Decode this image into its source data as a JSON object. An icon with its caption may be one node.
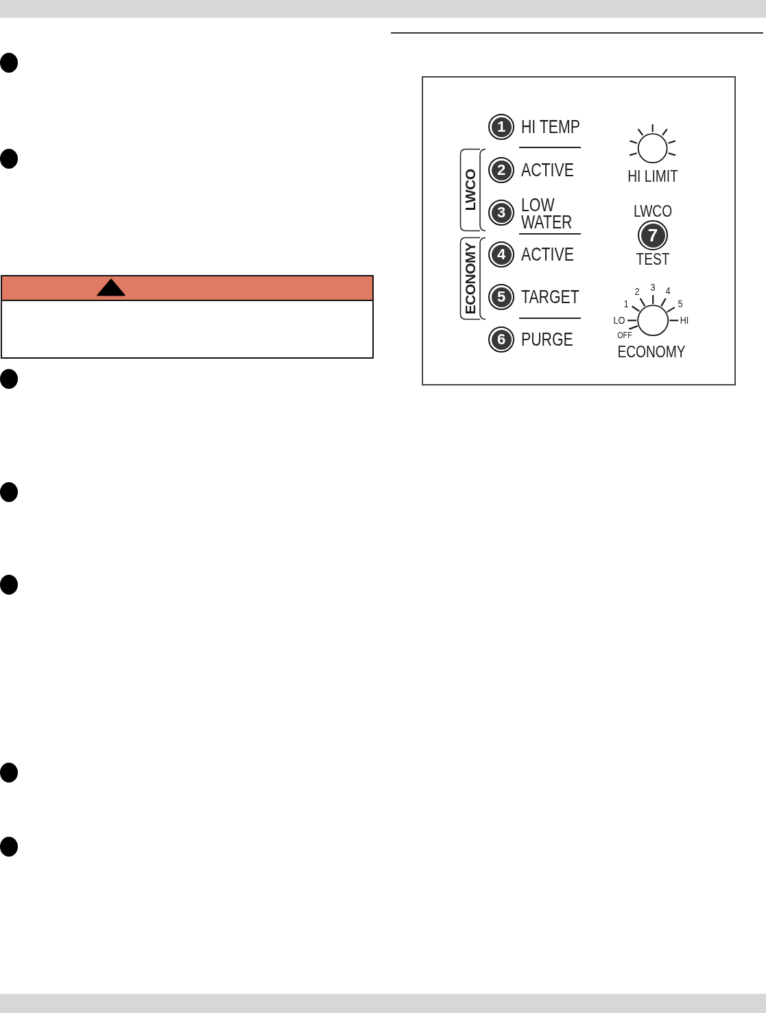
{
  "diagram": {
    "nodes": [
      {
        "text": [],
        "shape": "box"
      },
      {
        "text": [
          "1"
        ],
        "in": 0,
        "beside": [
          "HI TEMP"
        ]
      },
      {
        "text": [
          "LWCO"
        ],
        "in": 0
      },
      {
        "text": [
          "2"
        ],
        "in": 0,
        "beside": [
          "ACTIVE"
        ]
      },
      {
        "text": [
          "3"
        ],
        "in": 0,
        "beside": [
          "LOW WATER"
        ]
      },
      {
        "text": [
          "ECONOMY"
        ],
        "in": 0
      },
      {
        "text": [
          "4"
        ],
        "in": 0,
        "beside": [
          "ACTIVE"
        ]
      },
      {
        "text": [
          "5"
        ],
        "in": 0,
        "beside": [
          "TARGET"
        ]
      },
      {
        "text": [
          "6"
        ],
        "in": 0,
        "beside": [
          "PURGE"
        ]
      },
      {
        "text": [],
        "shape": "circle",
        "in": 0,
        "beside": [
          "HI LIMIT"
        ]
      },
      {
        "text": [
          "7"
        ],
        "in": 0,
        "beside": [
          "LWCO",
          "TEST"
        ]
      },
      {
        "text": [],
        "shape": "circle",
        "in": 0,
        "beside": [
          "LO",
          "1",
          "2",
          "3",
          "4",
          "5",
          "HI",
          "OFF",
          "ECONOMY"
        ]
      }
    ]
  }
}
